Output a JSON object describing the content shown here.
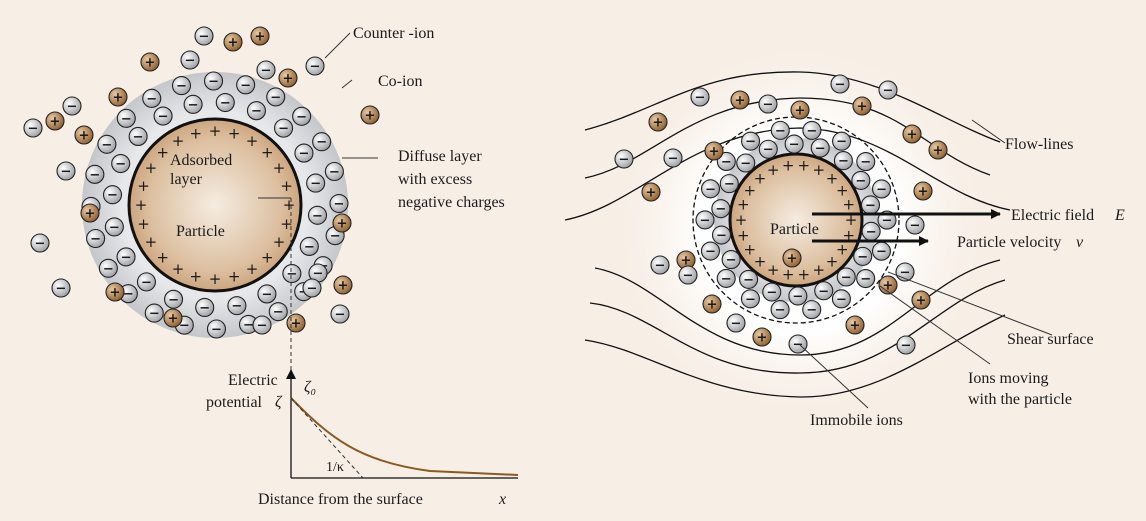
{
  "colors": {
    "background": "#f7efe6",
    "diffuse_layer": "#d2d4d8",
    "particle_core": "#c59a70",
    "counter_ion": "#a7a9ad",
    "co_ion": "#9a6a3c",
    "potential_curve": "#8a5a22"
  },
  "left": {
    "labels": {
      "counter_ion": "Counter -ion",
      "co_ion": "Co-ion",
      "diffuse_layer_1": "Diffuse layer",
      "diffuse_layer_2": "with excess",
      "diffuse_layer_3": "negative charges",
      "adsorbed_1": "Adsorbed",
      "adsorbed_2": "layer",
      "particle": "Particle"
    },
    "graph": {
      "ylabel_1": "Electric",
      "ylabel_2": "potential",
      "ylabel_symbol": "ζ",
      "zeta0": "ζ₀",
      "kappa": "1/κ",
      "xlabel": "Distance from the surface",
      "xlabel_symbol": "x"
    }
  },
  "right": {
    "labels": {
      "particle": "Particle",
      "flow_lines": "Flow-lines",
      "electric_field": "Electric field",
      "electric_field_symbol": "E",
      "velocity": "Particle velocity",
      "velocity_symbol": "v",
      "shear_surface": "Shear surface",
      "ions_moving_1": "Ions moving",
      "ions_moving_2": "with the particle",
      "immobile_ions": "Immobile ions"
    }
  },
  "icons": {
    "counter_ion": "minus-circle-icon",
    "co_ion": "plus-circle-icon",
    "surface_charge": "plus-sign-icon",
    "field_arrow": "arrow-right-icon"
  }
}
